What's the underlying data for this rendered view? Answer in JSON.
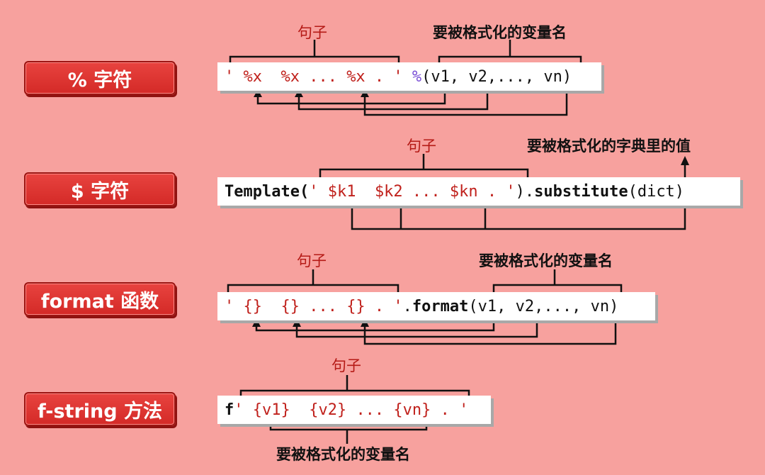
{
  "colors": {
    "background": "#f7a19e",
    "label_bg": "#d9302c",
    "quote": "#c0211c",
    "percent": "#7a4fd6",
    "line": "#111111"
  },
  "rows": [
    {
      "label": "% 字符",
      "code": {
        "q1": "'",
        "mid": " %x  %x ... %x . ",
        "q2": "'",
        "sp": " ",
        "pct": "%",
        "rest": "(v1, v2,..., vn)"
      },
      "sentence": "句子",
      "vars": "要被格式化的变量名"
    },
    {
      "label": "$ 字符",
      "code": {
        "pre": "Template(",
        "q1": "'",
        "mid": " $k1  $k2 ... $kn . ",
        "q2": "'",
        "post1": ").",
        "method": "substitute",
        "post2": "(dict)"
      },
      "sentence": "句子",
      "dict": "要被格式化的字典里的值"
    },
    {
      "label": "format 函数",
      "code": {
        "q1": "'",
        "mid": " {}  {} ... {} . ",
        "q2": "'",
        "dot": ".",
        "method": "format",
        "rest": "(v1, v2,..., vn)"
      },
      "sentence": "句子",
      "vars": "要被格式化的变量名"
    },
    {
      "label": "f-string 方法",
      "code": {
        "f": "f",
        "q1": "'",
        "mid": " {v1}  {v2} ... {vn} . ",
        "q2": "'"
      },
      "sentence": "句子",
      "vars": "要被格式化的变量名"
    }
  ]
}
